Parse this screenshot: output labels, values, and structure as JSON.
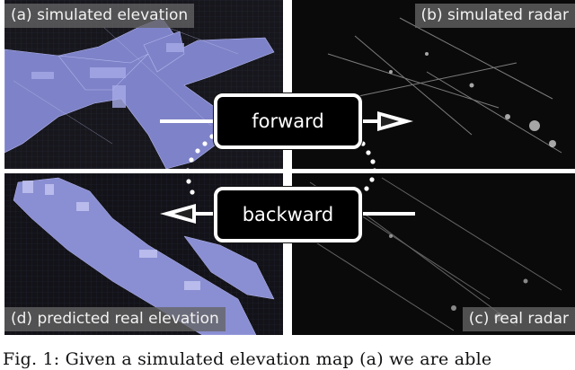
{
  "panels": {
    "a": {
      "label": "(a) simulated elevation"
    },
    "b": {
      "label": "(b) simulated radar"
    },
    "c": {
      "label": "(c) real radar"
    },
    "d": {
      "label": "(d) predicted real elevation"
    }
  },
  "buttons": {
    "forward": "forward",
    "backward": "backward"
  },
  "caption": "Fig.  1:  Given  a  simulated  elevation  map  (a)  we  are  able",
  "colors": {
    "elevation": "#8f93d6",
    "radar": "#cfcfcf",
    "label_bg": "#646464",
    "button_bg": "#000000"
  }
}
